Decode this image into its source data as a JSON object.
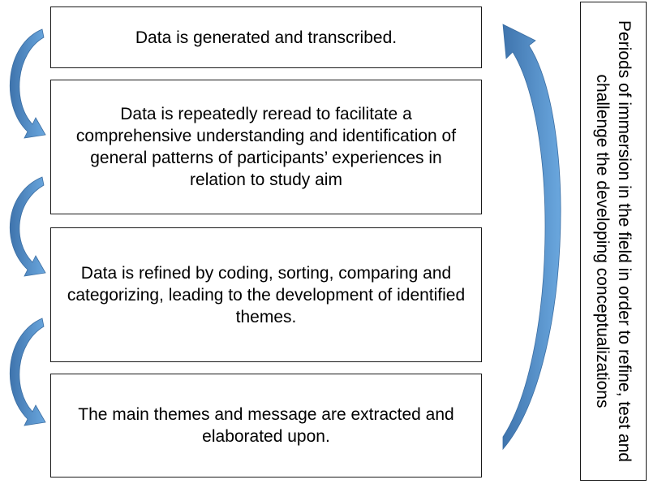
{
  "steps": [
    {
      "text": "Data is generated and transcribed."
    },
    {
      "text": "Data is repeatedly reread to facilitate a comprehensive understanding and identification of general patterns of participants’ experiences in relation to study aim"
    },
    {
      "text": "Data is refined by coding, sorting, comparing and categorizing, leading to the development of identified themes."
    },
    {
      "text": "The main themes and message are extracted and elaborated upon."
    }
  ],
  "side_note": "Periods of immersion in the field in order to refine, test and challenge the developing conceptualizations",
  "colors": {
    "arrow_fill": "#5b9bd5",
    "arrow_dark": "#3f74ad",
    "border": "#1a1a1a"
  }
}
